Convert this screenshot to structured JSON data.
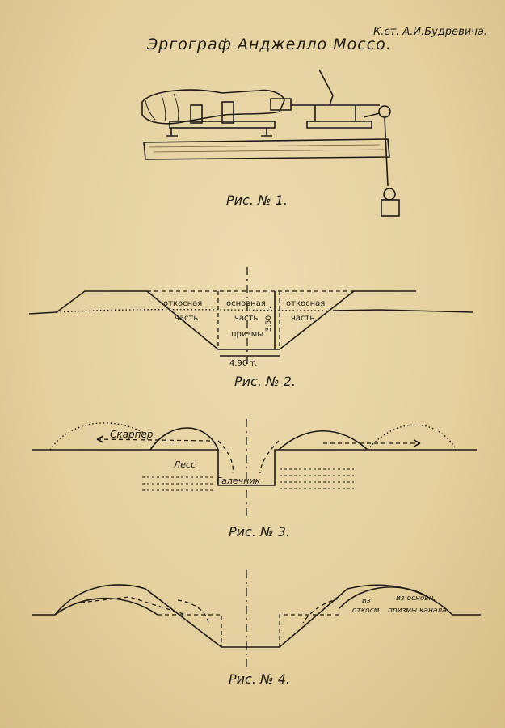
{
  "header": {
    "author": "К.ст. А.И.Будревича.",
    "title": "Эргограф Анджелло Моссо."
  },
  "figure1": {
    "caption": "Рис. № 1."
  },
  "figure2": {
    "caption": "Рис. № 2.",
    "left_label_1": "откосная",
    "left_label_2": "часть",
    "center_label_1": "основная",
    "center_label_2": "часть",
    "center_label_3": "призмы.",
    "right_label_1": "откосная",
    "right_label_2": "часть.",
    "depth_label": "3.50 т.",
    "width_label": "4.90 т."
  },
  "figure3": {
    "caption": "Рис. № 3.",
    "scraper_label": "Скарпер",
    "loess_label": "Лесс",
    "gravel_label": "Галечник"
  },
  "figure4": {
    "caption": "Рис. № 4.",
    "label_from_1": "из",
    "label_from_2": "откосм.",
    "label_base_1": "из основн.",
    "label_base_2": "призмы канала"
  }
}
